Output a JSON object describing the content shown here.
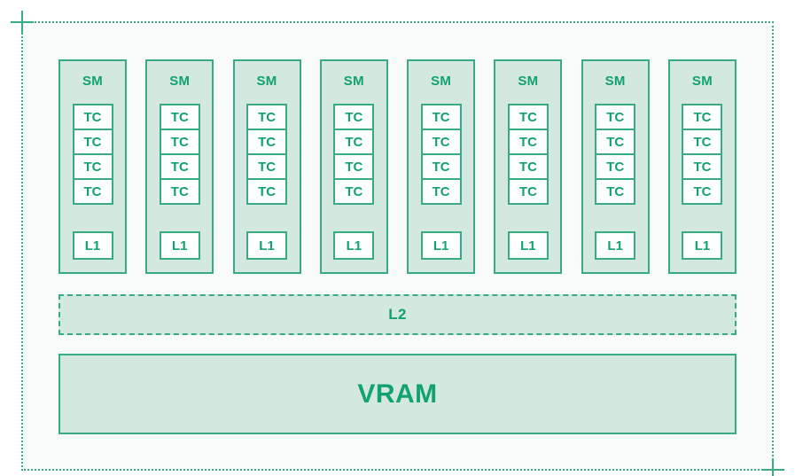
{
  "colors": {
    "text_green": "#12a170",
    "border_green": "#39ab83",
    "fill_green": "#d3e8de",
    "frame_bg": "#f8fbf9",
    "page_bg": "#ffffff",
    "box_white": "#fdfefe"
  },
  "diagram": {
    "sm_count": 8,
    "tc_per_sm": 4,
    "labels": {
      "sm": "SM",
      "tc": "TC",
      "l1": "L1",
      "l2": "L2",
      "vram": "VRAM"
    }
  }
}
